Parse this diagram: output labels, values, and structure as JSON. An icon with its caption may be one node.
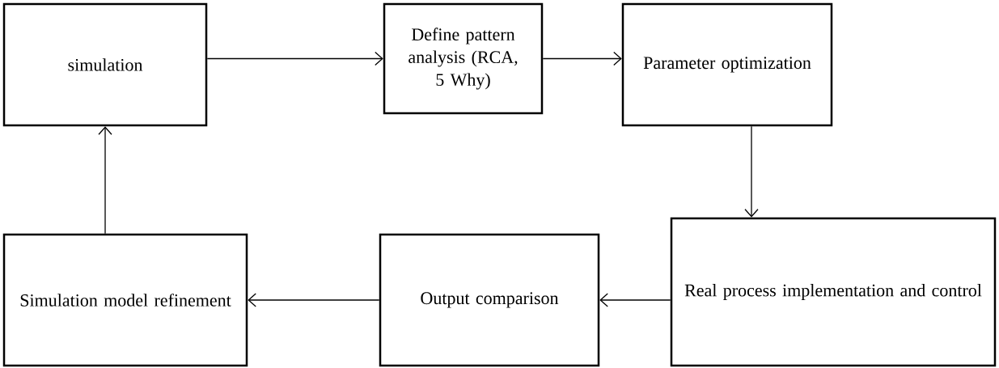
{
  "diagram": {
    "nodes": [
      {
        "text": [
          "simulation"
        ]
      },
      {
        "text": [
          "Define pattern analysis (RCA, 5 Why)"
        ]
      },
      {
        "text": [
          "Parameter optimization"
        ]
      },
      {
        "text": [
          "Real process implementation and control"
        ]
      },
      {
        "text": [
          "Output comparison"
        ]
      },
      {
        "text": [
          "Simulation model refinement"
        ]
      }
    ],
    "edges": [
      {
        "from": 0,
        "to": 1,
        "arrow": "to"
      },
      {
        "from": 1,
        "to": 2,
        "arrow": "to"
      },
      {
        "from": 2,
        "to": 3,
        "arrow": "to"
      },
      {
        "from": 3,
        "to": 4,
        "arrow": "to"
      },
      {
        "from": 4,
        "to": 5,
        "arrow": "to"
      },
      {
        "from": 5,
        "to": 0,
        "arrow": "to"
      }
    ]
  }
}
